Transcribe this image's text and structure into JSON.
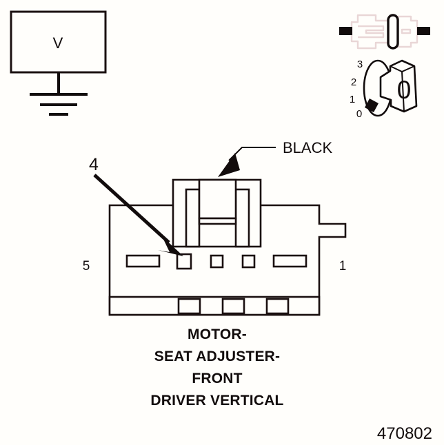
{
  "figure": {
    "number": "470802",
    "caption_lines": [
      "MOTOR-",
      "SEAT ADJUSTER-",
      "FRONT",
      "DRIVER VERTICAL"
    ]
  },
  "test_equipment": {
    "meter_label": "V",
    "meter_type": "voltmeter",
    "ground_symbol": "earth-ground"
  },
  "conditions": {
    "connector_state_icon": "connector-disconnected",
    "ignition_switch_icon": "ignition-key-switch",
    "key_positions": [
      "3",
      "2",
      "1",
      "0"
    ],
    "key_face_label": "0",
    "key_selected_position": "0"
  },
  "connector": {
    "wire_color_label": "BLACK",
    "callout_number": "4",
    "pin_left_label": "5",
    "pin_right_label": "1",
    "cavities": [
      {
        "id": "cavity-5",
        "shape": "wide"
      },
      {
        "id": "cavity-4",
        "shape": "square"
      },
      {
        "id": "cavity-3",
        "shape": "square"
      },
      {
        "id": "cavity-2",
        "shape": "square"
      },
      {
        "id": "cavity-1",
        "shape": "wide"
      }
    ]
  },
  "colors": {
    "ink": "#120c0c",
    "paper": "#fffefb",
    "pale_connector": "#e9d6d6"
  }
}
